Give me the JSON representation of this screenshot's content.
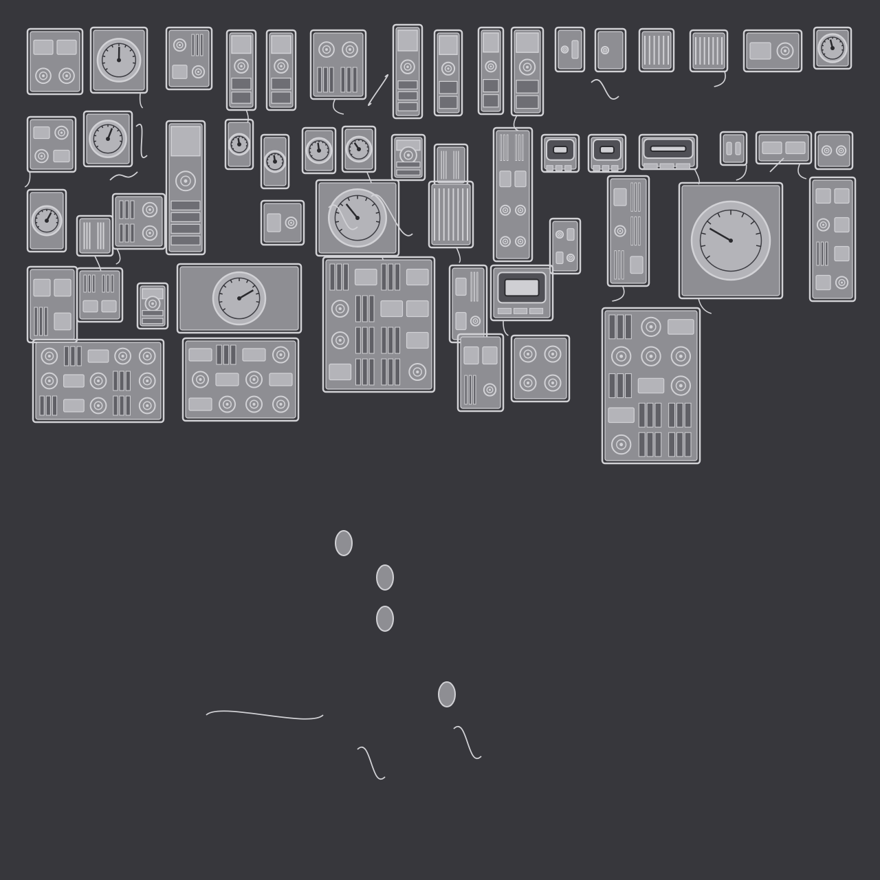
{
  "palette": {
    "background": "#37373c",
    "line": "#d2d2d6",
    "fill": "#8e8e93",
    "panel": "#b4b4b9",
    "screen": "#cfcfd3"
  },
  "device_kinds": [
    "screen-icon",
    "dial-icon",
    "gauge-icon",
    "tube-icon",
    "cable-icon",
    "switch-icon"
  ],
  "devices": [
    {
      "kind": "panel",
      "name": "control-panel-icon"
    },
    {
      "kind": "gauge",
      "name": "gauge-icon"
    },
    {
      "kind": "panel",
      "name": "control-panel-icon"
    },
    {
      "kind": "tall",
      "name": "device-tower-icon"
    },
    {
      "kind": "tall",
      "name": "device-tower-icon"
    },
    {
      "kind": "panel",
      "name": "control-panel-icon"
    },
    {
      "kind": "tall",
      "name": "device-tower-icon"
    },
    {
      "kind": "tall",
      "name": "device-tower-icon"
    },
    {
      "kind": "tall",
      "name": "device-tower-icon"
    },
    {
      "kind": "tall",
      "name": "device-tower-icon"
    },
    {
      "kind": "panel",
      "name": "control-panel-icon"
    },
    {
      "kind": "panel",
      "name": "control-panel-icon"
    },
    {
      "kind": "grille",
      "name": "speaker-grille-icon"
    },
    {
      "kind": "grille",
      "name": "speaker-grille-icon"
    },
    {
      "kind": "panel",
      "name": "control-panel-icon"
    },
    {
      "kind": "gauge",
      "name": "gauge-icon"
    },
    {
      "kind": "panel",
      "name": "control-panel-icon"
    },
    {
      "kind": "gauge",
      "name": "gauge-icon"
    },
    {
      "kind": "tall",
      "name": "device-tower-icon"
    },
    {
      "kind": "gauge",
      "name": "gauge-icon"
    },
    {
      "kind": "gauge",
      "name": "gauge-icon"
    },
    {
      "kind": "gauge",
      "name": "gauge-icon"
    },
    {
      "kind": "gauge",
      "name": "gauge-icon"
    },
    {
      "kind": "tall",
      "name": "device-tower-icon"
    },
    {
      "kind": "panel",
      "name": "control-panel-icon"
    },
    {
      "kind": "panel",
      "name": "control-panel-icon"
    },
    {
      "kind": "screen",
      "name": "monitor-screen-icon"
    },
    {
      "kind": "screen",
      "name": "monitor-screen-icon"
    },
    {
      "kind": "screen",
      "name": "monitor-screen-icon"
    },
    {
      "kind": "panel",
      "name": "control-panel-icon"
    },
    {
      "kind": "panel",
      "name": "control-panel-icon"
    },
    {
      "kind": "panel",
      "name": "control-panel-icon"
    },
    {
      "kind": "gauge",
      "name": "gauge-icon"
    },
    {
      "kind": "panel",
      "name": "control-panel-icon"
    },
    {
      "kind": "panel",
      "name": "control-panel-icon"
    },
    {
      "kind": "panel",
      "name": "control-panel-icon"
    },
    {
      "kind": "gauge",
      "name": "gauge-icon"
    },
    {
      "kind": "grille",
      "name": "speaker-grille-icon"
    },
    {
      "kind": "panel",
      "name": "control-panel-icon"
    },
    {
      "kind": "panel",
      "name": "control-panel-icon"
    },
    {
      "kind": "gauge",
      "name": "gauge-icon"
    },
    {
      "kind": "panel",
      "name": "control-panel-icon"
    },
    {
      "kind": "panel",
      "name": "control-panel-icon"
    },
    {
      "kind": "panel",
      "name": "control-panel-icon"
    },
    {
      "kind": "tall",
      "name": "device-tower-icon"
    },
    {
      "kind": "gauge",
      "name": "gauge-icon"
    },
    {
      "kind": "panel",
      "name": "control-panel-icon"
    },
    {
      "kind": "panel",
      "name": "control-panel-icon"
    },
    {
      "kind": "screen",
      "name": "monitor-screen-icon"
    },
    {
      "kind": "panel",
      "name": "control-panel-icon"
    },
    {
      "kind": "panel",
      "name": "control-panel-icon"
    },
    {
      "kind": "panel",
      "name": "control-panel-icon"
    },
    {
      "kind": "panel",
      "name": "control-panel-icon"
    },
    {
      "kind": "panel",
      "name": "control-panel-icon"
    }
  ]
}
